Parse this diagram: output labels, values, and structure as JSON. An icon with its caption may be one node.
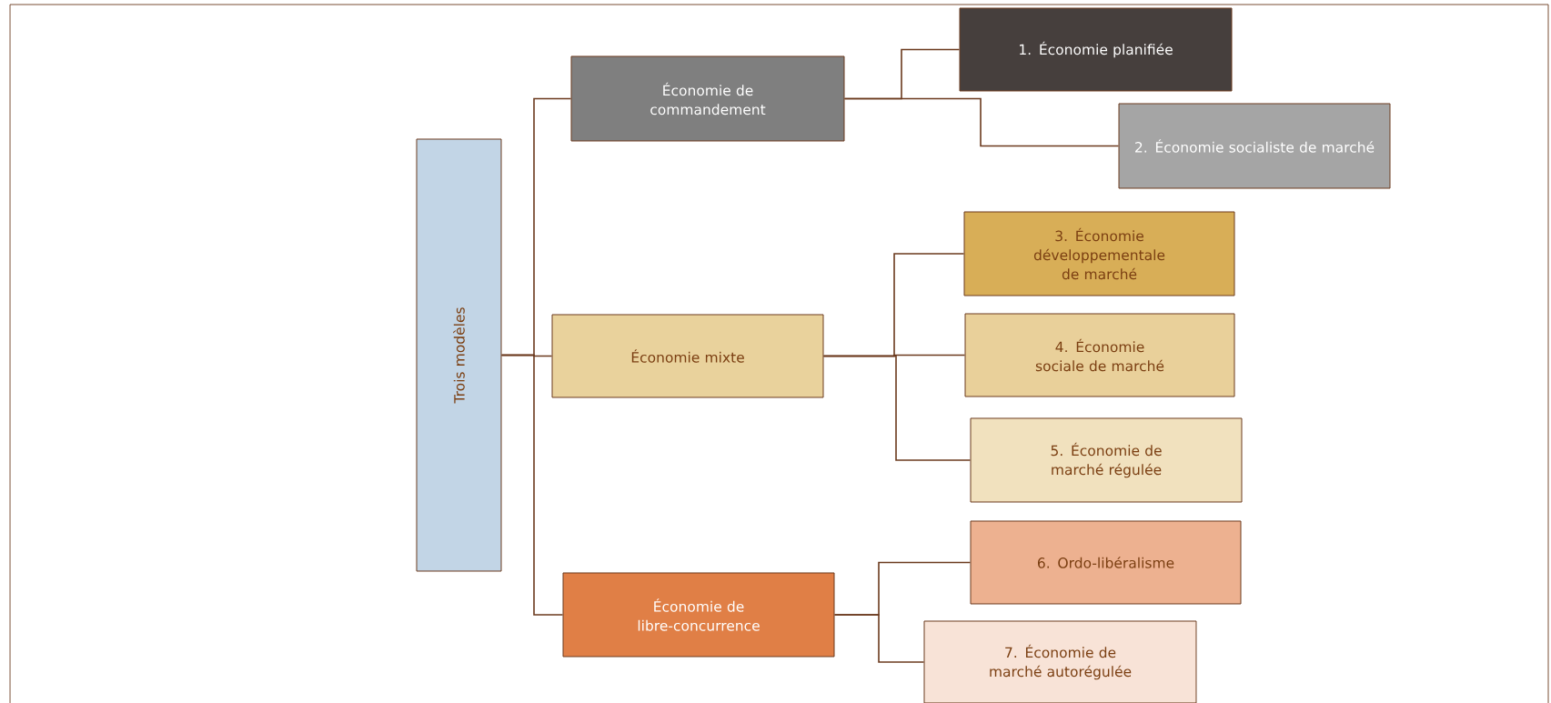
{
  "diagram": {
    "nodes": [
      {
        "text": [
          "Trois modèles"
        ]
      },
      {
        "text": [
          "Économie de commandement"
        ]
      },
      {
        "text": [
          "Économie mixte"
        ]
      },
      {
        "text": [
          "Économie de libre-concurrence"
        ]
      },
      {
        "text": [
          "1. Économie planifiée"
        ]
      },
      {
        "text": [
          "2. Économie socialiste de marché"
        ]
      },
      {
        "text": [
          "3. Économie développementale de marché"
        ]
      },
      {
        "text": [
          "4. Économie sociale de marché"
        ]
      },
      {
        "text": [
          "5. Économie de marché régulée"
        ]
      },
      {
        "text": [
          "6. Ordo-libéralisme"
        ]
      },
      {
        "text": [
          "7. Économie de marché autorégulée"
        ]
      }
    ],
    "edges": [
      {
        "from": 0,
        "to": 1,
        "arrow": "none"
      },
      {
        "from": 0,
        "to": 2,
        "arrow": "none"
      },
      {
        "from": 0,
        "to": 3,
        "arrow": "none"
      },
      {
        "from": 1,
        "to": 4,
        "arrow": "none"
      },
      {
        "from": 1,
        "to": 5,
        "arrow": "none"
      },
      {
        "from": 2,
        "to": 6,
        "arrow": "none"
      },
      {
        "from": 2,
        "to": 7,
        "arrow": "none"
      },
      {
        "from": 2,
        "to": 8,
        "arrow": "none"
      },
      {
        "from": 3,
        "to": 9,
        "arrow": "none"
      },
      {
        "from": 3,
        "to": 10,
        "arrow": "none"
      }
    ]
  }
}
